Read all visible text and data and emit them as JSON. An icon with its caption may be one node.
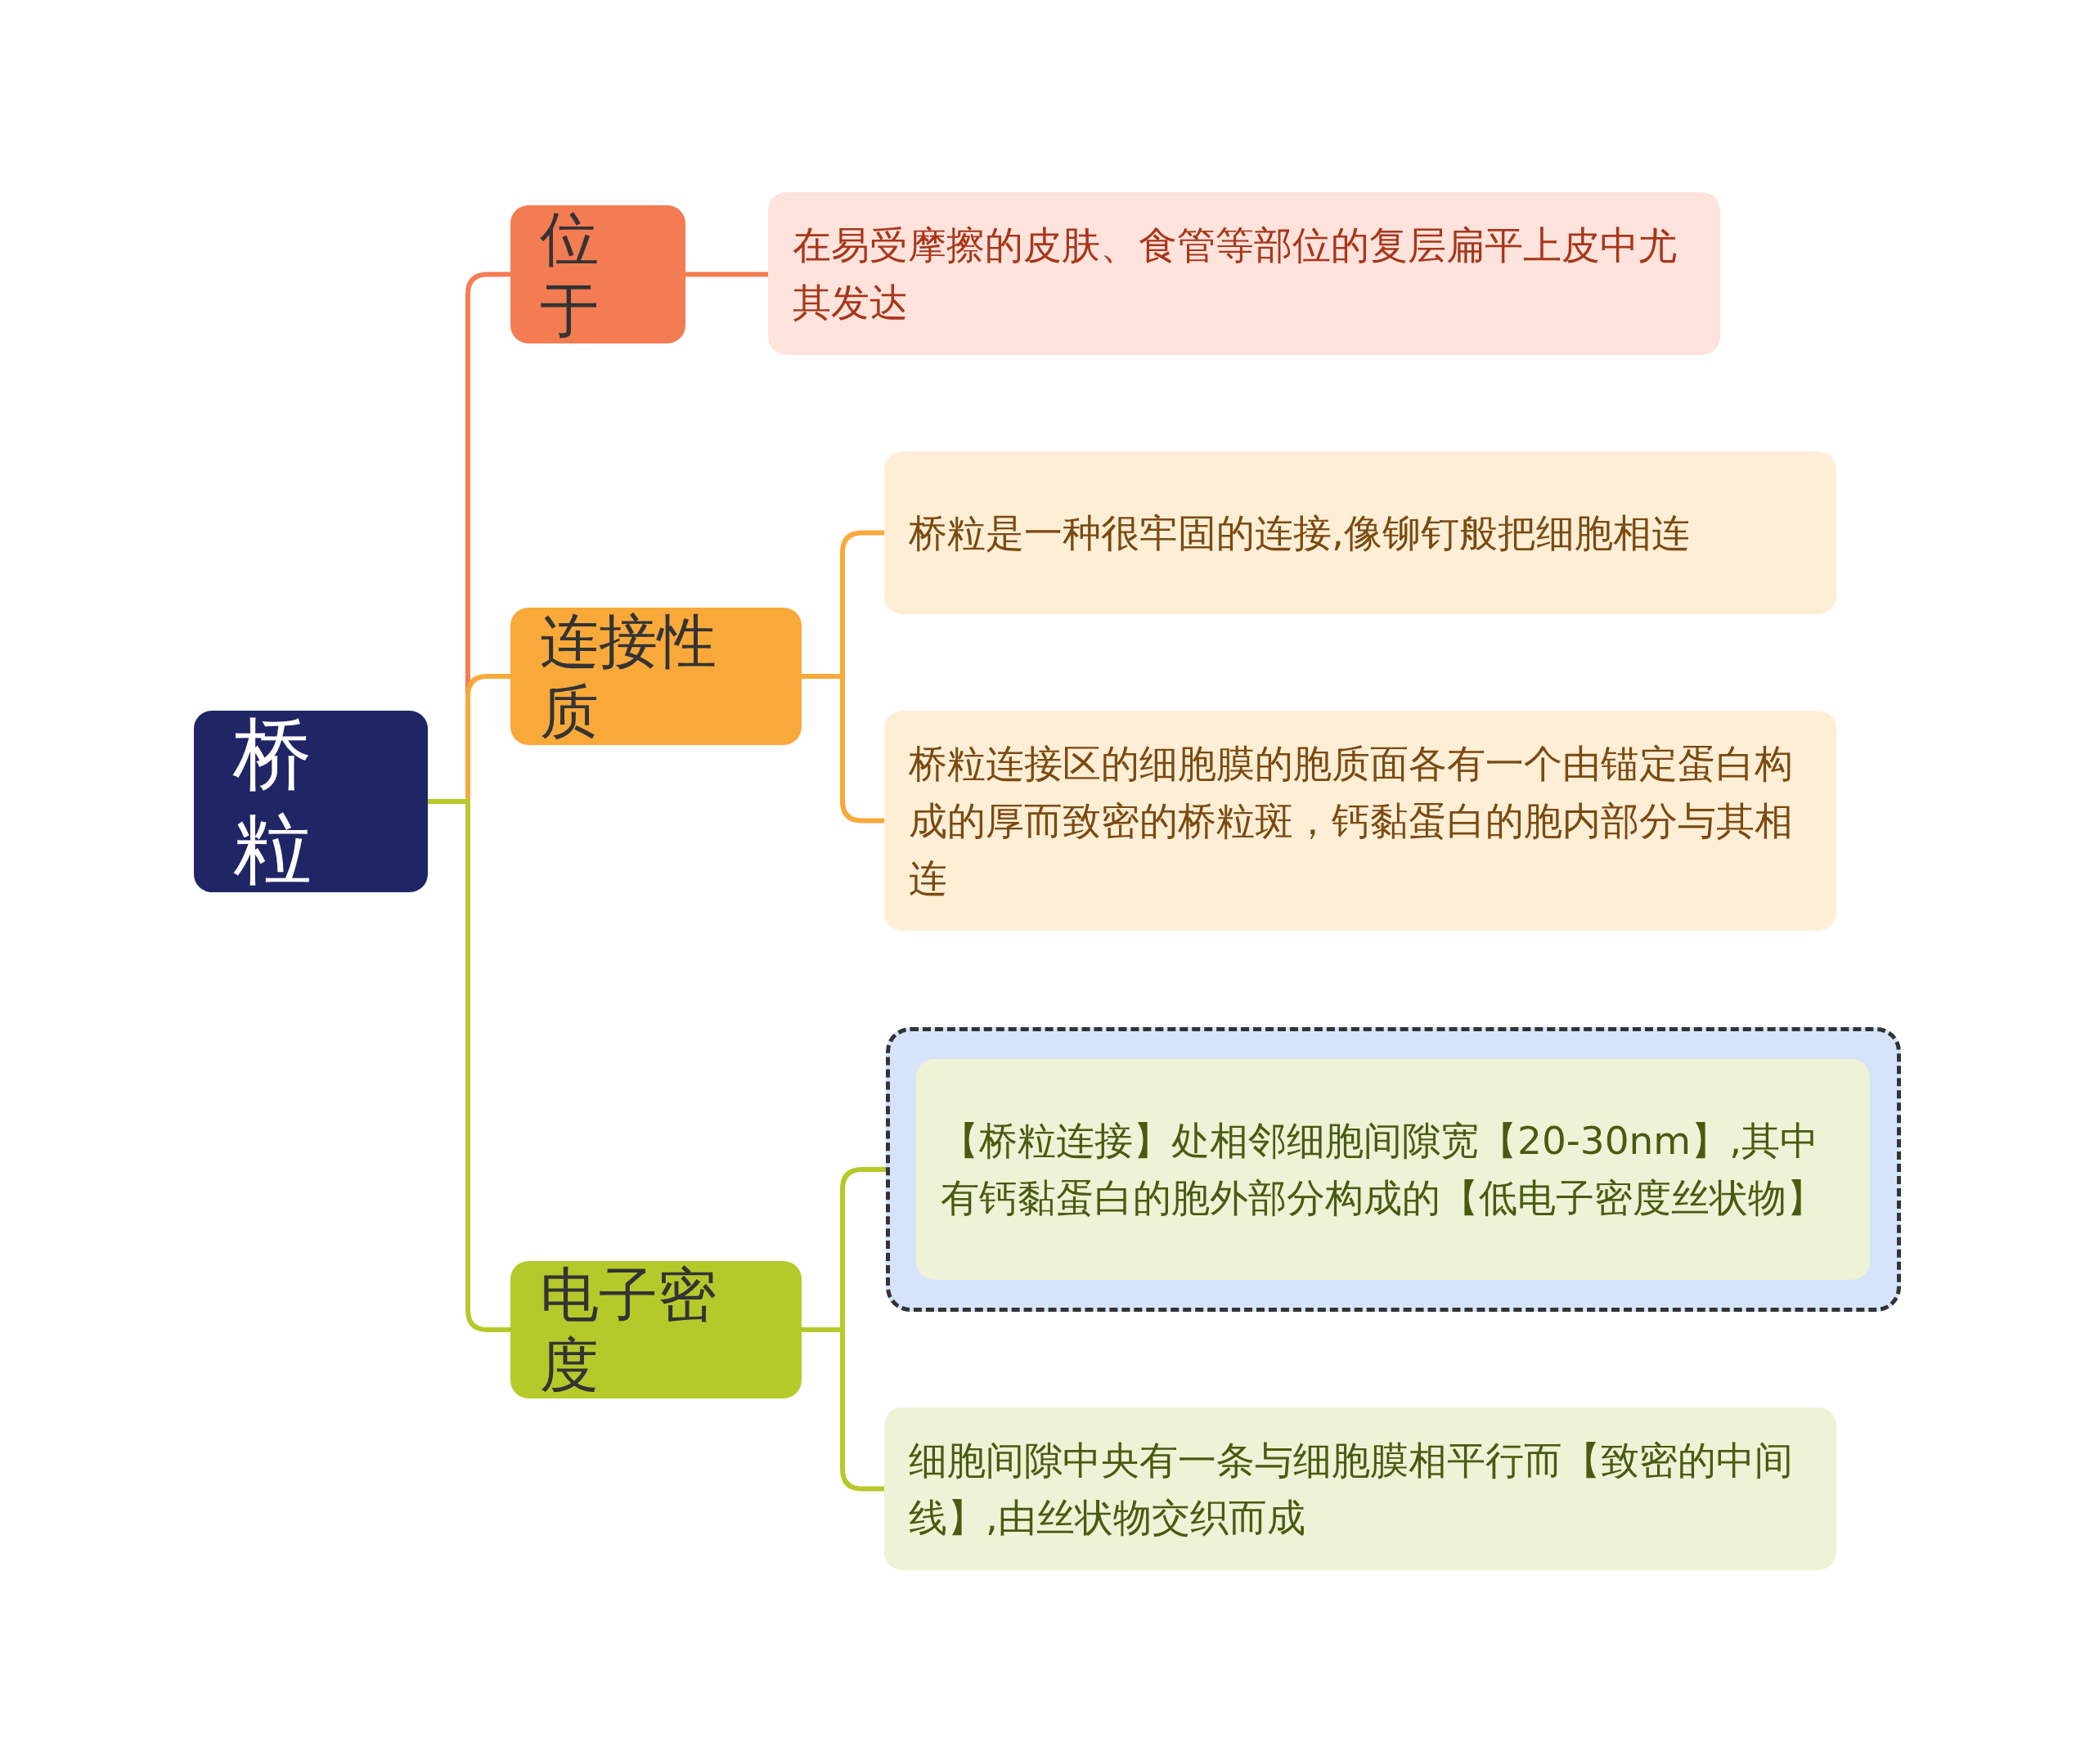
{
  "diagram": {
    "nodes": [
      {
        "text": [
          "桥粒"
        ]
      },
      {
        "text": [
          "位于"
        ]
      },
      {
        "text": [
          "在易受摩擦的皮肤、食管等部位的复层扁平上皮中尤其发达"
        ]
      },
      {
        "text": [
          "连接性质"
        ]
      },
      {
        "text": [
          "桥粒是一种很牢固的连接,像铆钉般把细胞相连"
        ]
      },
      {
        "text": [
          "桥粒连接区的细胞膜的胞质面各有一个由锚定蛋白构成的厚而致密的桥粒斑，钙黏蛋白的胞内部分与其相连"
        ]
      },
      {
        "text": [
          "电子密度"
        ]
      },
      {
        "text": [],
        "shape": "box"
      },
      {
        "text": [
          "【桥粒连接】处相邻细胞间隙宽【20-30nm】,其中有钙黏蛋白的胞外部分构成的【低电子密度丝状物】"
        ],
        "in": 7
      },
      {
        "text": [
          "细胞间隙中央有一条与细胞膜相平行而【致密的中间线】,由丝状物交织而成"
        ]
      }
    ],
    "edges": [
      {
        "from": 0,
        "to": 1,
        "arrow": "none",
        "color": "#f47c53"
      },
      {
        "from": 0,
        "to": 3,
        "arrow": "none",
        "color": "#f9a93a"
      },
      {
        "from": 0,
        "to": 6,
        "arrow": "none",
        "color": "#b5c92b"
      },
      {
        "from": 1,
        "to": 2,
        "arrow": "none",
        "color": "#f47c53"
      },
      {
        "from": 3,
        "to": 4,
        "arrow": "none",
        "color": "#f9a93a"
      },
      {
        "from": 3,
        "to": 5,
        "arrow": "none",
        "color": "#f9a93a"
      },
      {
        "from": 6,
        "to": 7,
        "arrow": "none",
        "color": "#b5c92b"
      },
      {
        "from": 6,
        "to": 9,
        "arrow": "none",
        "color": "#b5c92b"
      }
    ]
  }
}
